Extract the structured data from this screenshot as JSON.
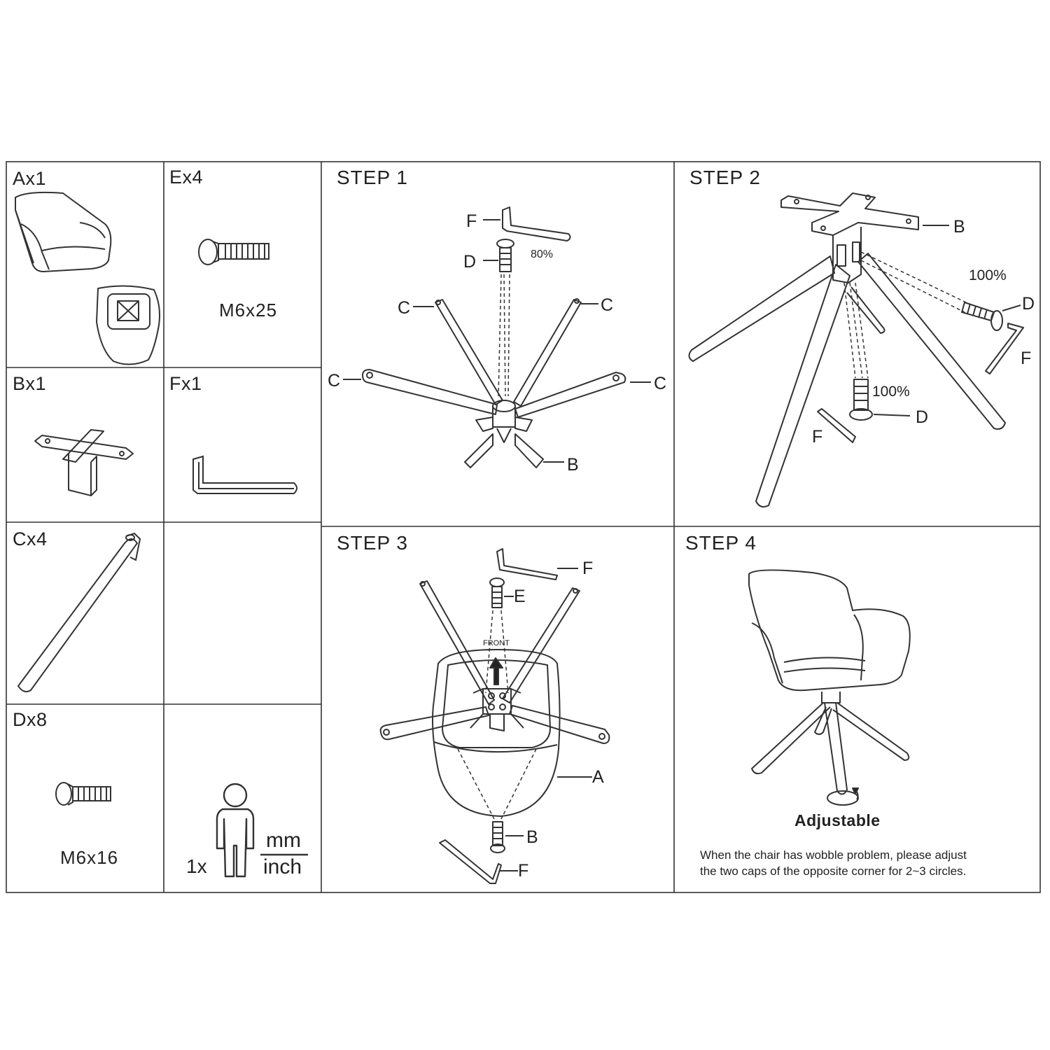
{
  "parts": {
    "a": {
      "label": "Ax1"
    },
    "e": {
      "label": "Ex4",
      "spec": "M6x25"
    },
    "b": {
      "label": "Bx1"
    },
    "f": {
      "label": "Fx1"
    },
    "c": {
      "label": "Cx4"
    },
    "d": {
      "label": "Dx8",
      "spec": "M6x16"
    },
    "person": {
      "count": "1x",
      "unit_top": "mm",
      "unit_bottom": "inch"
    }
  },
  "steps": {
    "s1": {
      "title": "STEP 1",
      "callouts": {
        "f": "F",
        "d": "D",
        "c": "C",
        "b": "B",
        "pct": "80%"
      }
    },
    "s2": {
      "title": "STEP 2",
      "callouts": {
        "b": "B",
        "d": "D",
        "f": "F",
        "pct": "100%"
      }
    },
    "s3": {
      "title": "STEP 3",
      "callouts": {
        "f": "F",
        "e": "E",
        "a": "A",
        "b": "B",
        "front": "FRONT"
      }
    },
    "s4": {
      "title": "STEP 4",
      "adjustable": "Adjustable",
      "note_line1": "When the chair has wobble problem, please adjust",
      "note_line2": "the two caps of the opposite corner for 2~3 circles."
    }
  }
}
